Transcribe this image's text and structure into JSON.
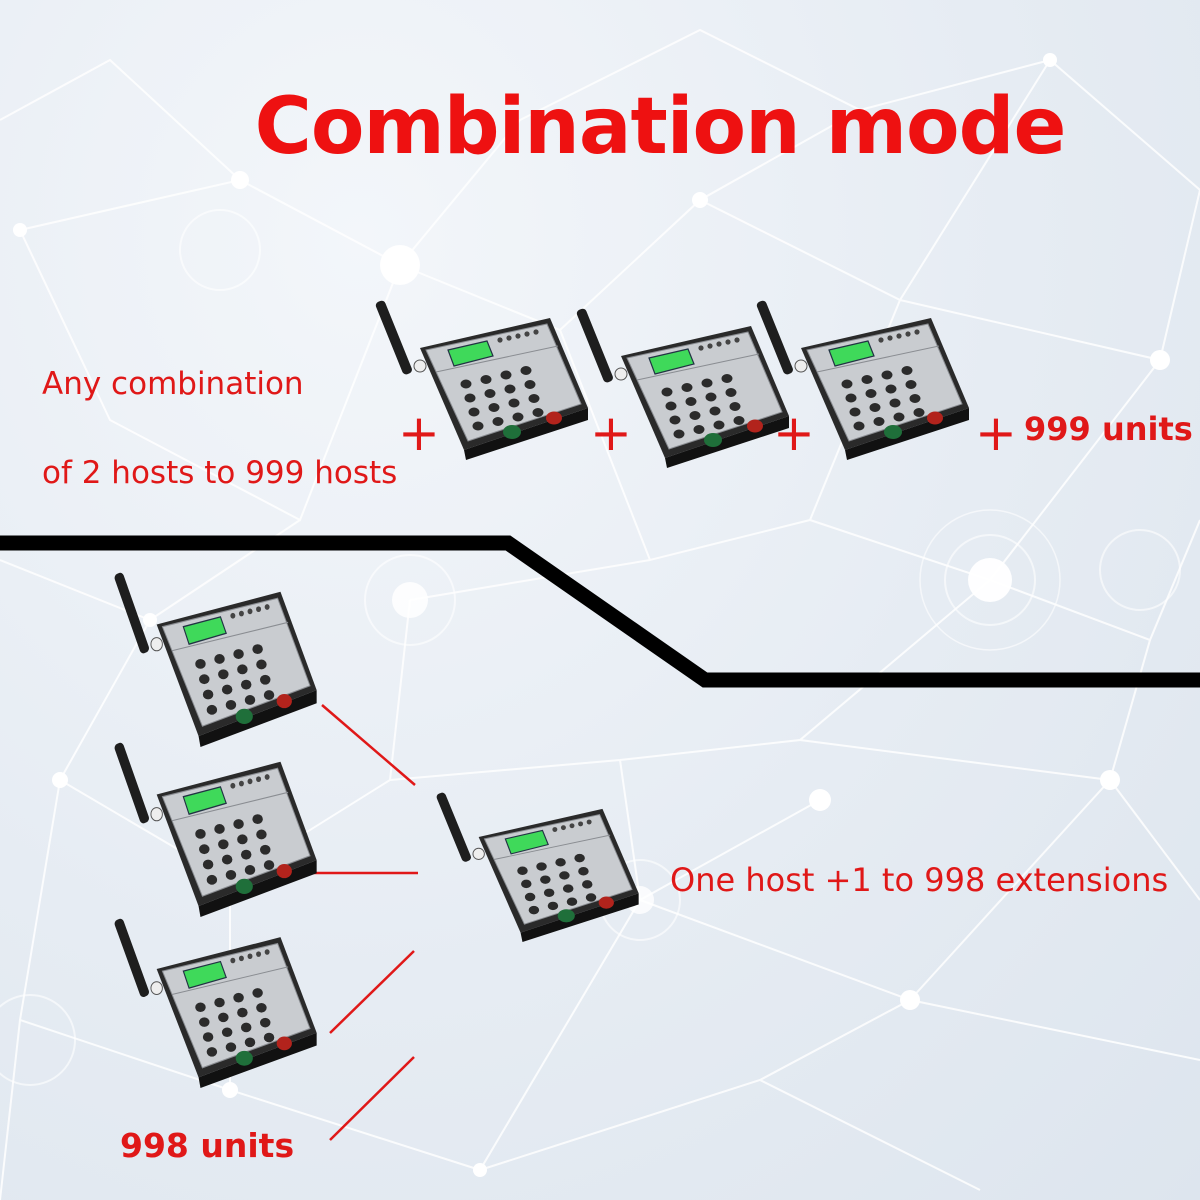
{
  "title": "Combination mode",
  "top_section": {
    "line1": "Any combination",
    "line2": "of 2 hosts to 999 hosts",
    "plus_sign": "+",
    "units_label": "999 units"
  },
  "bottom_section": {
    "host_label": "One host +1 to 998 extensions",
    "units_label": "998 units"
  },
  "colors": {
    "accent_red": "#e01818",
    "divider": "#000000",
    "device_body": "#2a2a2a",
    "device_face": "#c9ccd0",
    "lcd": "#3fd95a"
  },
  "device_icon": "pager-transmitter-icon"
}
